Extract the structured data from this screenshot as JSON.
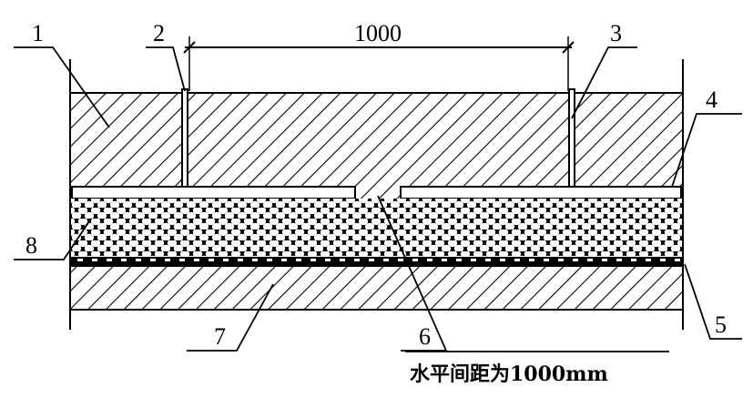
{
  "dimension": {
    "value": "1000"
  },
  "labels": [
    "1",
    "2",
    "3",
    "4",
    "5",
    "6",
    "7",
    "8"
  ],
  "caption": "水平间距为1000mm",
  "colors": {
    "ink": "#000000",
    "paper": "#ffffff"
  }
}
